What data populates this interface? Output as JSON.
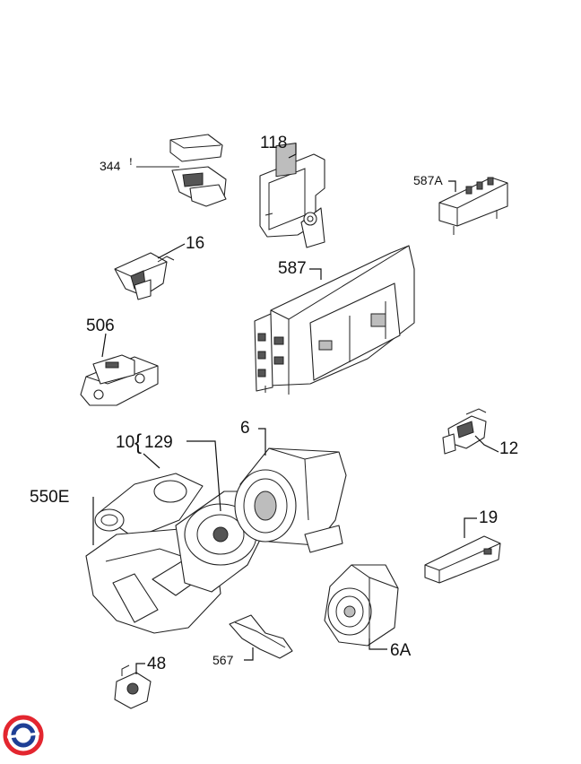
{
  "diagram": {
    "labels": {
      "p344": "344",
      "p118": "118",
      "p587A": "587A",
      "p16": "16",
      "p587": "587",
      "p506": "506",
      "p10": "10",
      "p129": "129",
      "p6": "6",
      "p12": "12",
      "p550E": "550E",
      "p19": "19",
      "p6A": "6A",
      "p567": "567",
      "p48": "48"
    },
    "logo_colors": {
      "outer": "#e3262f",
      "inner": "#1f3f95"
    }
  }
}
